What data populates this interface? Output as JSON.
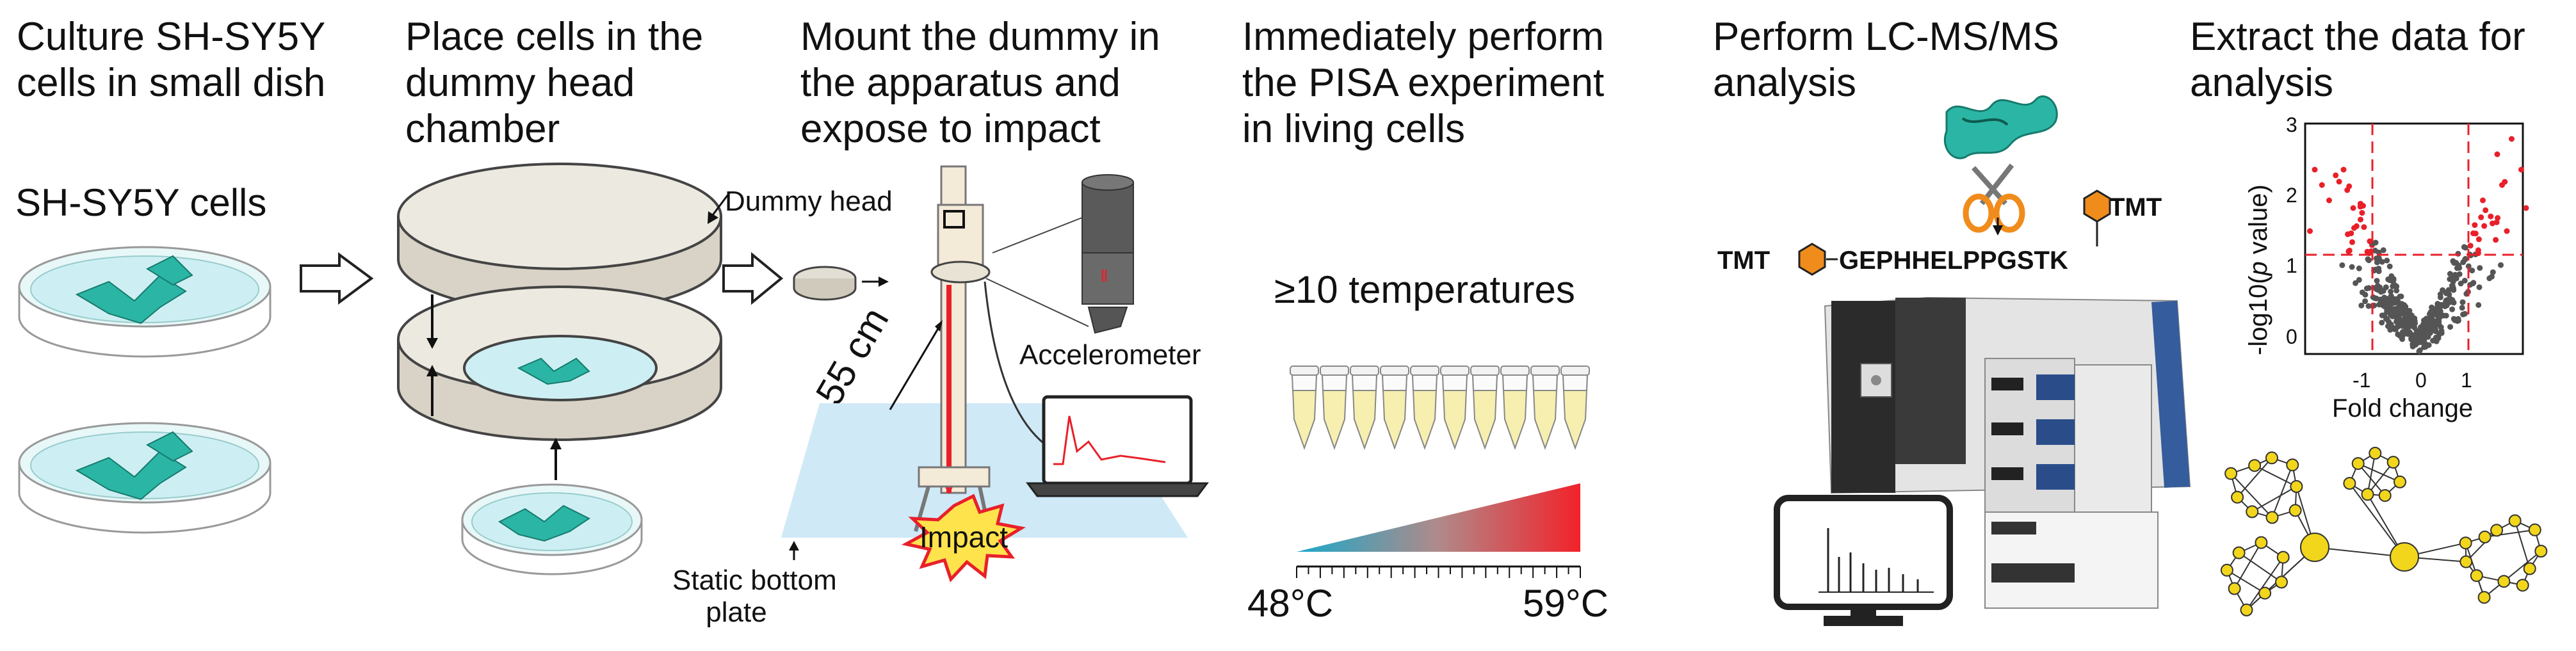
{
  "steps": [
    {
      "title_lines": [
        "Culture SH-SY5Y",
        "cells in small dish"
      ]
    },
    {
      "title_lines": [
        "Place cells in the",
        "dummy head",
        "chamber"
      ]
    },
    {
      "title_lines": [
        "Mount the dummy in",
        "the apparatus and",
        "expose to impact"
      ]
    },
    {
      "title_lines": [
        "Immediately perform",
        "the PISA experiment",
        "in living cells"
      ]
    },
    {
      "title_lines": [
        "Perform LC-MS/MS",
        "analysis"
      ]
    },
    {
      "title_lines": [
        "Extract the data for",
        "analysis"
      ]
    }
  ],
  "labels": {
    "cells": "SH-SY5Y cells",
    "dummy_head": "Dummy head",
    "height": "55 cm",
    "accelerometer": "Accelerometer",
    "impact": "Impact",
    "bottom_plate_1": "Static bottom",
    "bottom_plate_2": "plate",
    "temperatures": "≥10 temperatures",
    "temp_low": "48°C",
    "temp_high": "59°C",
    "tmt_left": "TMT",
    "tmt_right": "TMT",
    "peptide": "GEPHHELPPGSTK"
  },
  "volcano": {
    "ylabel_prefix": "-log10(",
    "ylabel_italic": "p",
    "ylabel_suffix": " value)",
    "xlabel": "Fold change",
    "x_ticks": [
      "-1",
      "0",
      "1"
    ],
    "y_ticks": [
      "0",
      "1",
      "2",
      "3"
    ]
  },
  "colors": {
    "cell": "#2bb5a4",
    "dish": "#cdeff3",
    "chamber": "#e6e2d8",
    "impact_fill": "#ffe34d",
    "impact_stroke": "#e8202a",
    "red_line": "#e8202a",
    "gradient_start": "#1aa8c9",
    "gradient_end": "#f2222a",
    "tmt": "#f08c1c",
    "network_node": "#f2d61c",
    "sig_point": "#e8202a",
    "grey_point": "#555555"
  }
}
